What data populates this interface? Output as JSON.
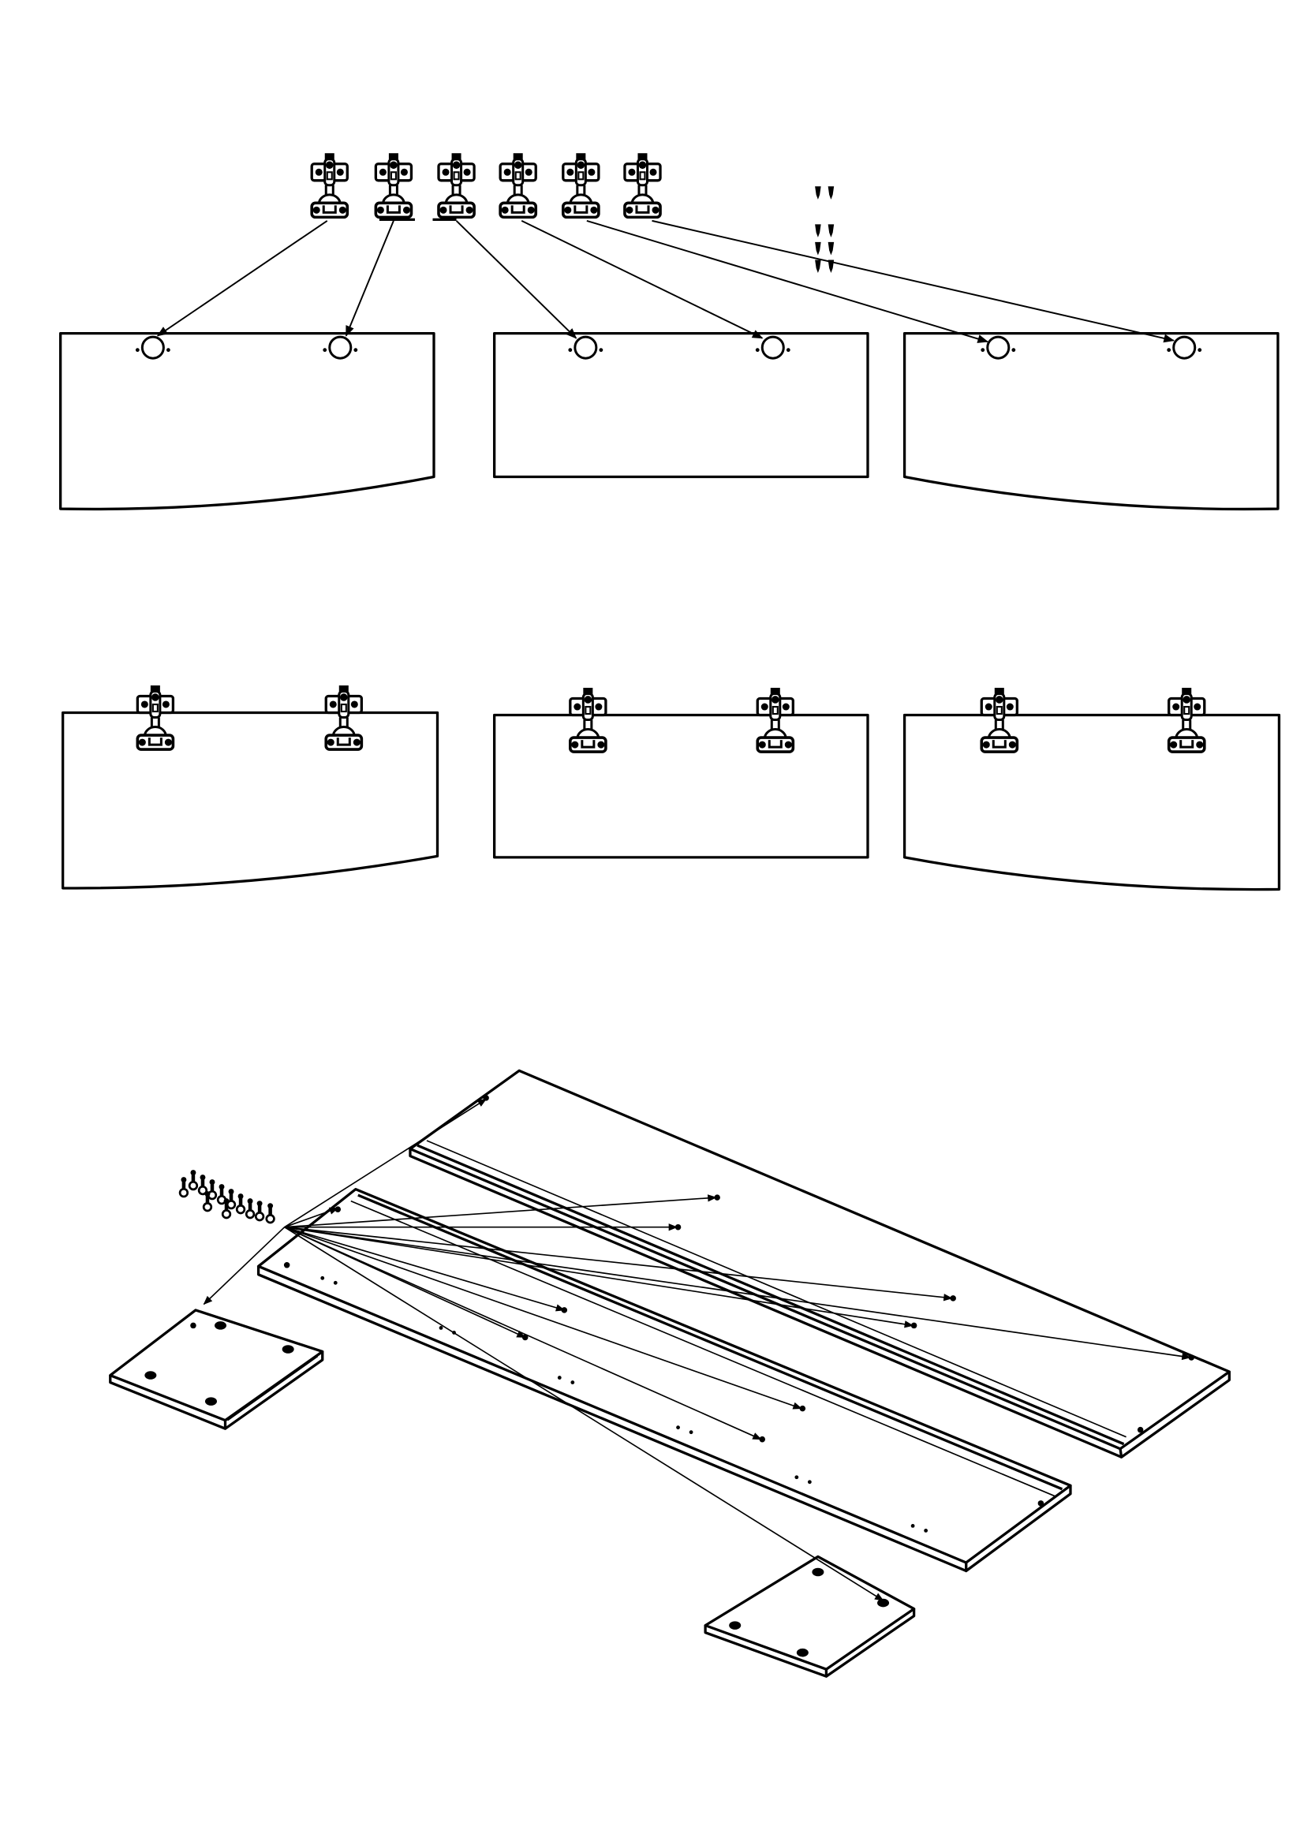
{
  "colors": {
    "line": "#000000",
    "background": "#ffffff"
  },
  "icons": [
    "hinge-icon",
    "screw-icon",
    "cabinet-panel",
    "mounting-hole"
  ],
  "steps": [
    {
      "name": "drill-hinge-cups",
      "hinge_count": 6,
      "door_count": 3
    },
    {
      "name": "hinges-mounted",
      "hinge_count": 6,
      "door_count": 3
    },
    {
      "name": "cabinet-frame-assembly",
      "screw_count": 12
    }
  ]
}
